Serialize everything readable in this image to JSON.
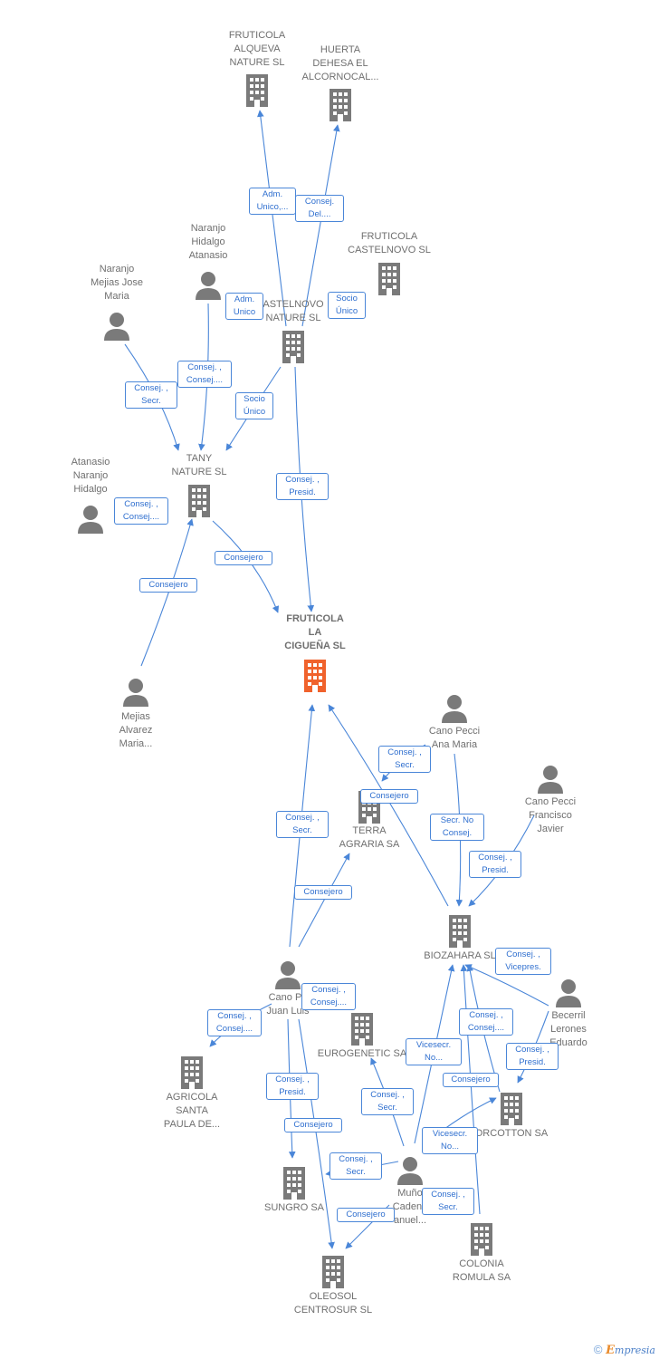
{
  "colors": {
    "edge": "#4a86d8",
    "company": "#7a7a7a",
    "person": "#7a7a7a",
    "main": "#f0622c",
    "label_text": "#6f6f6f",
    "edge_text": "#2f6fcf"
  },
  "nodes": {
    "alqueva": {
      "label": "FRUTICOLA\nALQUEVA\nNATURE SL",
      "icon": "building-icon"
    },
    "huerta": {
      "label": "HUERTA\nDEHESA EL\nALCORNOCAL...",
      "icon": "building-icon"
    },
    "castelnovo_sl": {
      "label": "FRUTICOLA\nCASTELNOVO SL",
      "icon": "building-icon"
    },
    "castelnovo_nature": {
      "label": "ASTELNOVO\nNATURE SL",
      "icon": "building-icon"
    },
    "naranjo_hidalgo_atanasio": {
      "label": "Naranjo\nHidalgo\nAtanasio",
      "icon": "person-icon"
    },
    "naranjo_mejias": {
      "label": "Naranjo\nMejias Jose\nMaria",
      "icon": "person-icon"
    },
    "tany": {
      "label": "TANY\nNATURE SL",
      "icon": "building-icon"
    },
    "atanasio_naranjo": {
      "label": "Atanasio\nNaranjo\nHidalgo",
      "icon": "person-icon"
    },
    "fruticola_ciguena": {
      "label": "FRUTICOLA\nLA\nCIGUEÑA SL",
      "icon": "building-icon"
    },
    "mejias_alvarez": {
      "label": "Mejias\nAlvarez\nMaria...",
      "icon": "person-icon"
    },
    "cano_ana": {
      "label": "Cano Pecci\nAna Maria",
      "icon": "person-icon"
    },
    "terra": {
      "label": "TERRA\nAGRARIA SA",
      "icon": "building-icon"
    },
    "cano_francisco": {
      "label": "Cano Pecci\nFrancisco\nJavier",
      "icon": "person-icon"
    },
    "biozahara": {
      "label": "BIOZAHARA SL",
      "icon": "building-icon"
    },
    "cano_juan": {
      "label": "Cano Pe\nJuan Luis",
      "icon": "person-icon"
    },
    "eurogenetic": {
      "label": "EUROGENETIC SA",
      "icon": "building-icon"
    },
    "becerril": {
      "label": "Becerril\nLerones\nEduardo",
      "icon": "person-icon"
    },
    "agricola": {
      "label": "AGRICOLA\nSANTA\nPAULA DE...",
      "icon": "building-icon"
    },
    "corcotton": {
      "label": "ORCOTTON SA",
      "icon": "building-icon"
    },
    "munoz": {
      "label": "Muño\nCadena\nanuel...",
      "icon": "person-icon"
    },
    "sungro": {
      "label": "SUNGRO SA",
      "icon": "building-icon"
    },
    "colonia": {
      "label": "COLONIA\nROMULA SA",
      "icon": "building-icon"
    },
    "oleosol": {
      "label": "OLEOSOL\nCENTROSUR SL",
      "icon": "building-icon"
    }
  },
  "edge_labels": {
    "e1": "Adm.\nUnico,...",
    "e2": "Consej.\nDel....",
    "e3": "Adm.\nUnico",
    "e4": "Socio\nÚnico",
    "e5": "Consej. ,\nConsej....",
    "e6": "Consej. ,\nSecr.",
    "e7": "Socio\nÚnico",
    "e8": "Consej. ,\nConsej....",
    "e9": "Consej. ,\nPresid.",
    "e10": "Consejero",
    "e11": "Consejero",
    "e12": "Consej. ,\nSecr.",
    "e13": "Consejero",
    "e14": "Secr. No\nConsej.",
    "e15": "Consej. ,\nPresid.",
    "e16": "Consej. ,\nSecr.",
    "e17": "Consejero",
    "e18": "Consej. ,\nVicepres.",
    "e19": "Consej. ,\nConsej....",
    "e20": "Consej. ,\nConsej....",
    "e21": "Vicesecr.\nNo...",
    "e22": "Consej. ,\nConsej....",
    "e23": "Consej. ,\nPresid.",
    "e24": "Consej. ,\nPresid.",
    "e25": "Consejero",
    "e26": "Consej. ,\nSecr.",
    "e27": "Consejero",
    "e28": "Vicesecr.\nNo...",
    "e29": "Consej. ,\nSecr.",
    "e30": "Consej. ,\nSecr.",
    "e31": "Consejero"
  },
  "brand": {
    "copyright": "©",
    "initial": "E",
    "rest": "mpresia"
  }
}
